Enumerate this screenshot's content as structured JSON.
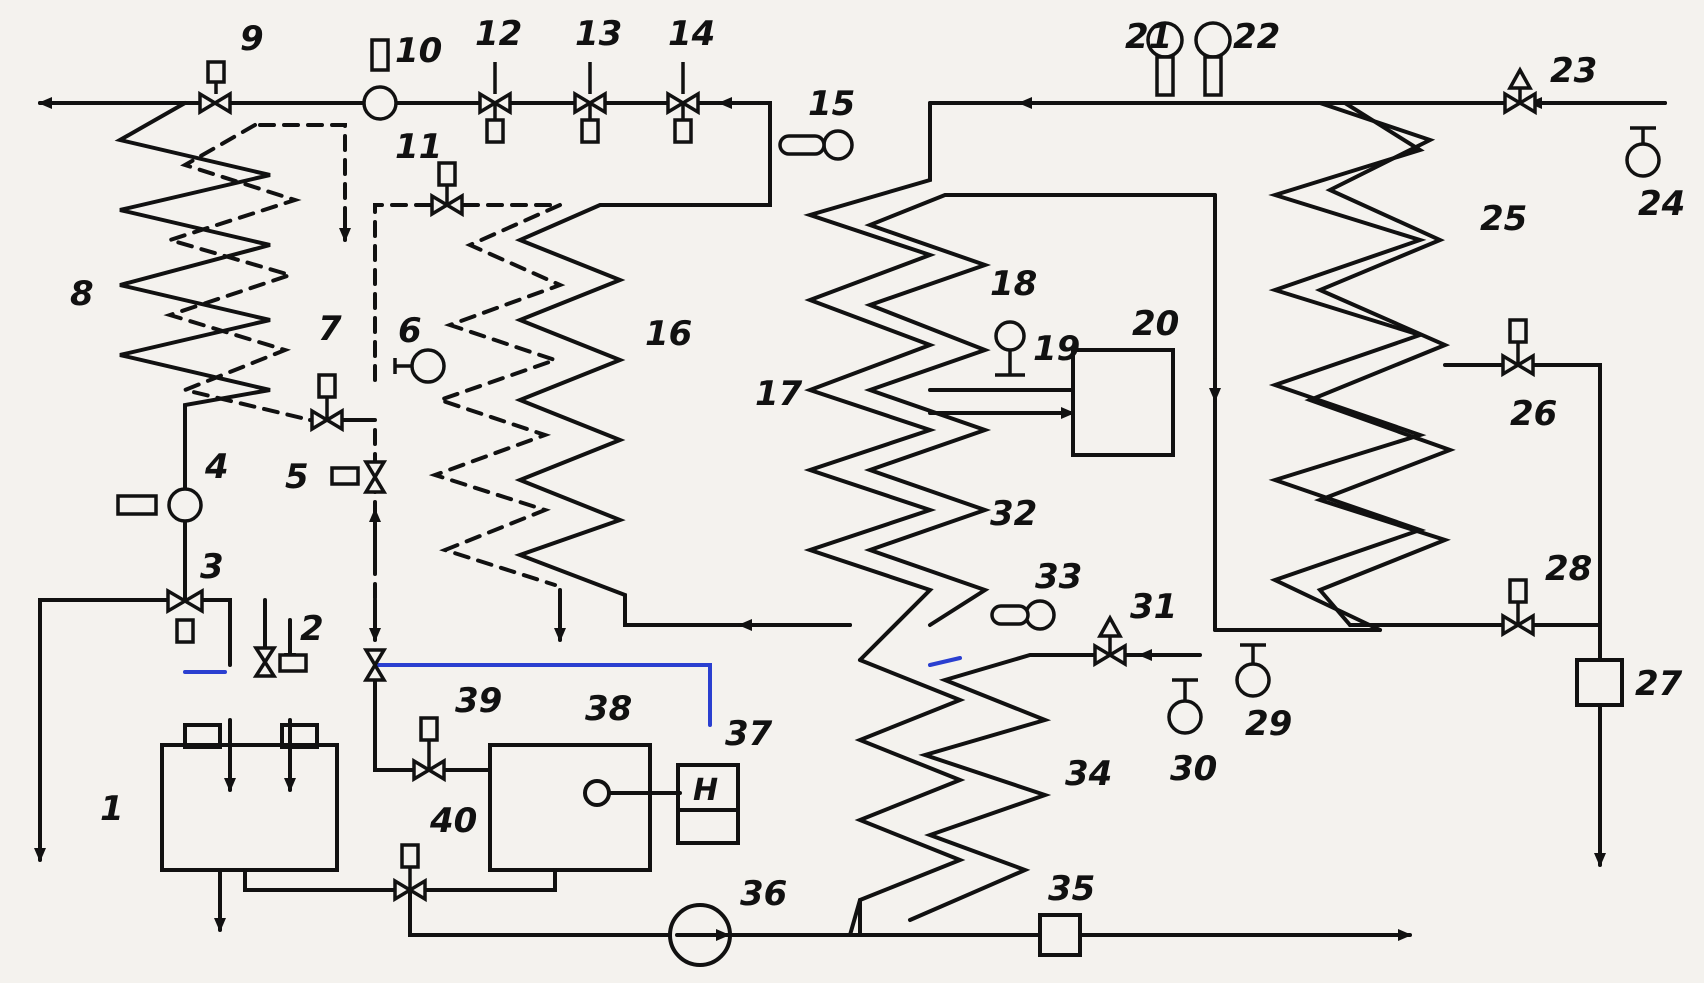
{
  "diagram": {
    "colors": {
      "ink": "#111111",
      "paper": "#f4f2ee",
      "accent_line": "#2a3fd0"
    },
    "component_numbers": [
      "1",
      "2",
      "3",
      "4",
      "5",
      "6",
      "7",
      "8",
      "9",
      "10",
      "11",
      "12",
      "13",
      "14",
      "15",
      "16",
      "17",
      "18",
      "19",
      "20",
      "21",
      "22",
      "23",
      "24",
      "25",
      "26",
      "27",
      "28",
      "29",
      "30",
      "31",
      "32",
      "33",
      "34",
      "35",
      "36",
      "37",
      "38",
      "39",
      "40"
    ],
    "indicator_letter": "H"
  }
}
